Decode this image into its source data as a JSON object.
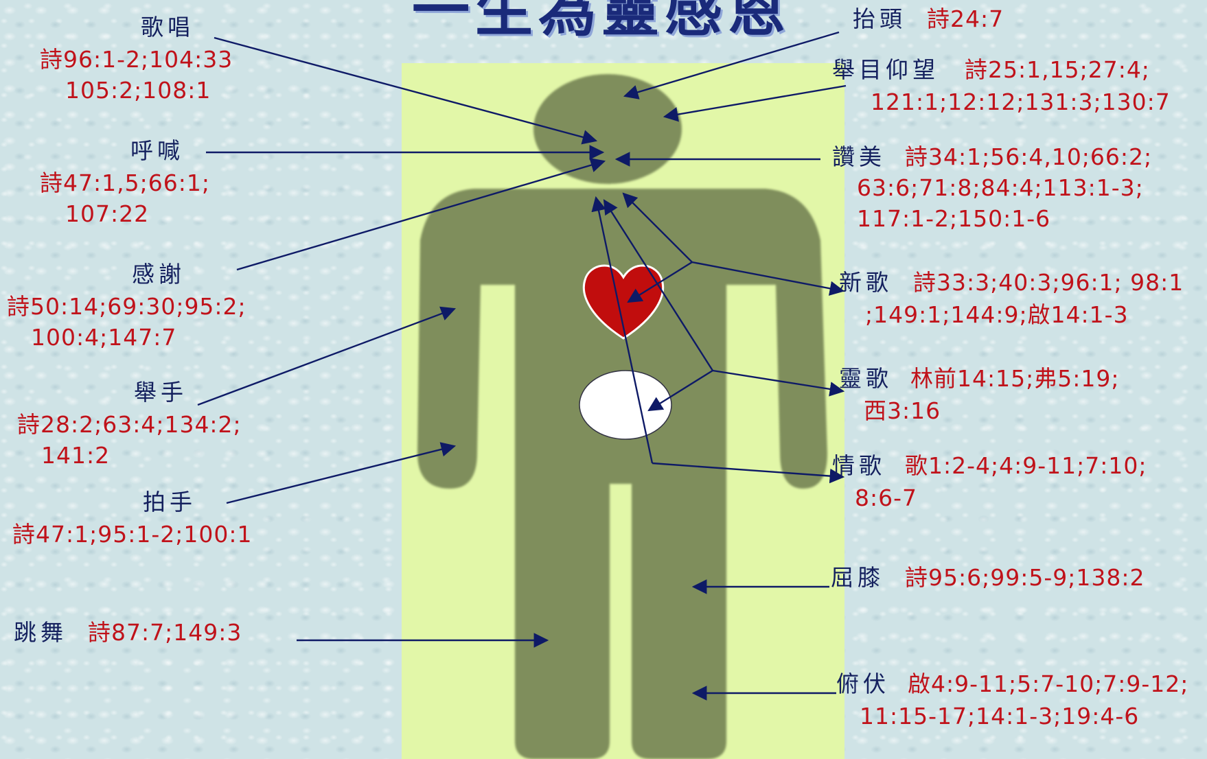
{
  "title": "一生為靈感恩",
  "left": [
    {
      "name": "歌唱",
      "lines": [
        "詩96:1-2;104:33",
        "105:2;108:1"
      ]
    },
    {
      "name": "呼喊",
      "lines": [
        "詩47:1,5;66:1;",
        "107:22"
      ]
    },
    {
      "name": "感謝",
      "lines": [
        "詩50:14;69:30;95:2;",
        "100:4;147:7"
      ]
    },
    {
      "name": "舉手",
      "lines": [
        "詩28:2;63:4;134:2;",
        "141:2"
      ]
    },
    {
      "name": "拍手",
      "lines": [
        "詩47:1;95:1-2;100:1"
      ]
    },
    {
      "name": "跳舞",
      "ref": "詩87:7;149:3"
    }
  ],
  "right": [
    {
      "name": "抬頭",
      "ref": "詩24:7"
    },
    {
      "name": "舉目仰望",
      "ref": "詩25:1,15;27:4;",
      "lines": [
        "121:1;12:12;131:3;130:7"
      ]
    },
    {
      "name": "讚美",
      "ref": "詩34:1;56:4,10;66:2;",
      "lines": [
        "63:6;71:8;84:4;113:1-3;",
        "117:1-2;150:1-6"
      ]
    },
    {
      "name": "新歌",
      "ref": "詩33:3;40:3;96:1; 98:1",
      "lines": [
        ";149:1;144:9;啟14:1-3"
      ]
    },
    {
      "name": "靈歌",
      "ref": "林前14:15;弗5:19;",
      "lines": [
        "西3:16"
      ]
    },
    {
      "name": "情歌",
      "ref": "歌1:2-4;4:9-11;7:10;",
      "lines": [
        "8:6-7"
      ]
    },
    {
      "name": "屈膝",
      "ref": "詩95:6;99:5-9;138:2"
    },
    {
      "name": "俯伏",
      "ref": "啟4:9-11;5:7-10;7:9-12;",
      "lines": [
        "11:15-17;14:1-3;19:4-6"
      ]
    }
  ],
  "colors": {
    "panel": "#e2f7a8",
    "body": "#7f8e5b",
    "heart": "#c10d0d",
    "arrow": "#0e1a66",
    "name": "#14205e",
    "ref": "#c0121a"
  }
}
